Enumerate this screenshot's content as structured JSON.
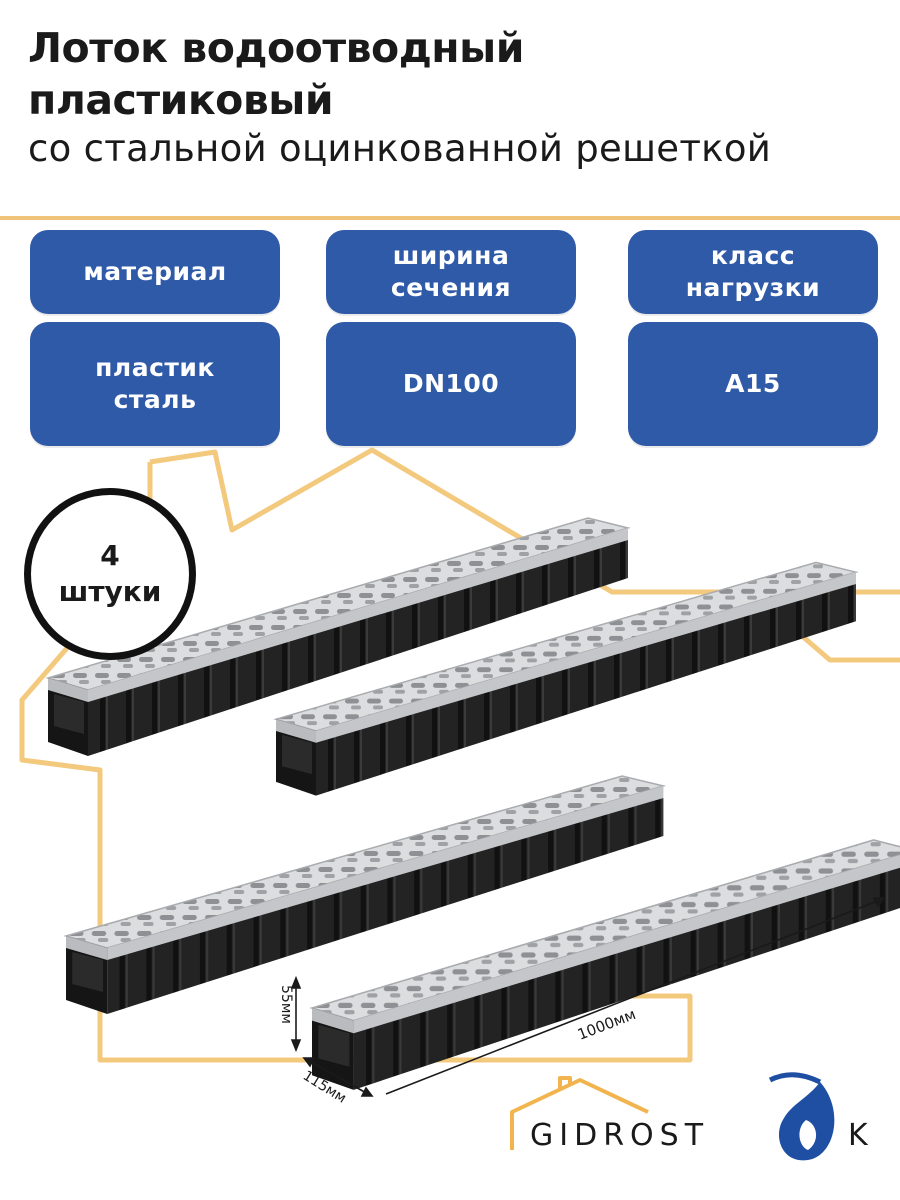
{
  "title": {
    "bold": "Лоток водоотводный пластиковый",
    "light": "со стальной оцинкованной решеткой"
  },
  "specs": [
    {
      "label": "материал",
      "value": "пластик\nсталь"
    },
    {
      "label": "ширина\nсечения",
      "value": "DN100"
    },
    {
      "label": "класс\nнагрузки",
      "value": "A15"
    }
  ],
  "badge": "4\nштуки",
  "dimensions": {
    "height": "55мм",
    "width": "115мм",
    "length": "1000мм"
  },
  "logo": {
    "text": "GIDROST",
    "suffix": "K",
    "icon": "water-drop-icon"
  },
  "colors": {
    "pill": "#2f5aa8",
    "accent_line": "#f0c57a",
    "grate": "#d9dadb",
    "channel": "#1e1e1e",
    "drop": "#1f4fa3"
  }
}
